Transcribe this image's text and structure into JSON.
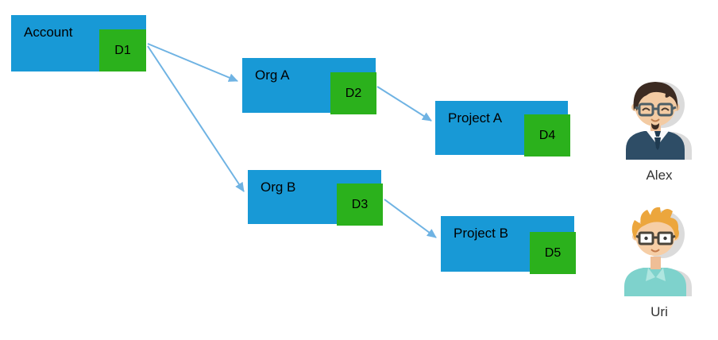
{
  "diagram": {
    "nodes": [
      {
        "id": "account",
        "label": "Account",
        "badge": "D1"
      },
      {
        "id": "org-a",
        "label": "Org A",
        "badge": "D2"
      },
      {
        "id": "project-a",
        "label": "Project A",
        "badge": "D4"
      },
      {
        "id": "org-b",
        "label": "Org B",
        "badge": "D3"
      },
      {
        "id": "project-b",
        "label": "Project B",
        "badge": "D5"
      }
    ],
    "edges": [
      {
        "from": "Account (D1)",
        "to": "Org A"
      },
      {
        "from": "Account (D1)",
        "to": "Org B"
      },
      {
        "from": "Org A (D2)",
        "to": "Project A"
      },
      {
        "from": "Org B (D3)",
        "to": "Project B"
      }
    ],
    "colors": {
      "node_fill": "#1899D6",
      "badge_fill": "#2BB11C",
      "arrow": "#6FB3E3",
      "label_text": "#000000"
    }
  },
  "users": [
    {
      "name": "Alex"
    },
    {
      "name": "Uri"
    }
  ]
}
